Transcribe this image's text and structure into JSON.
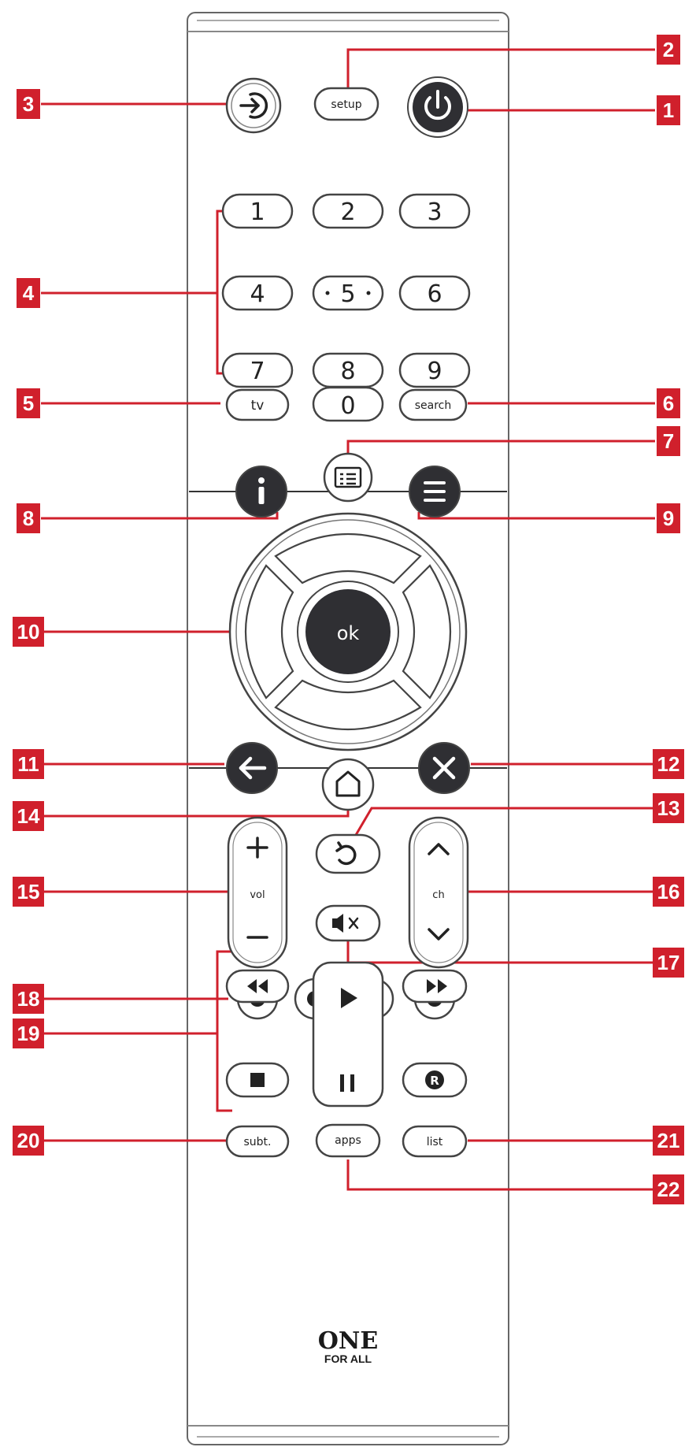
{
  "remote": {
    "setup_label": "setup",
    "numbers": [
      "1",
      "2",
      "3",
      "4",
      "5",
      "6",
      "7",
      "8",
      "9",
      "0"
    ],
    "tv_label": "tv",
    "search_label": "search",
    "ok_label": "ok",
    "vol_label": "vol",
    "ch_label": "ch",
    "subt_label": "subt.",
    "apps_label": "apps",
    "list_label": "list",
    "record_label": "R",
    "logo_top": "ONE",
    "logo_bottom": "FOR ALL"
  },
  "callouts": [
    "1",
    "2",
    "3",
    "4",
    "5",
    "6",
    "7",
    "8",
    "9",
    "10",
    "11",
    "12",
    "13",
    "14",
    "15",
    "16",
    "17",
    "18",
    "19",
    "20",
    "21",
    "22"
  ],
  "colors": {
    "callout": "#d0202c",
    "dark_button": "#2f2f33",
    "outline": "#555555"
  },
  "icons": [
    "input-icon",
    "power-icon",
    "guide-icon",
    "info-icon",
    "menu-icon",
    "back-arrow-icon",
    "close-icon",
    "home-icon",
    "replay-icon",
    "mute-icon",
    "rewind-icon",
    "play-icon",
    "pause-icon",
    "fast-forward-icon",
    "stop-icon",
    "record-icon",
    "chevron-up-icon",
    "chevron-down-icon",
    "plus-icon",
    "minus-icon"
  ]
}
